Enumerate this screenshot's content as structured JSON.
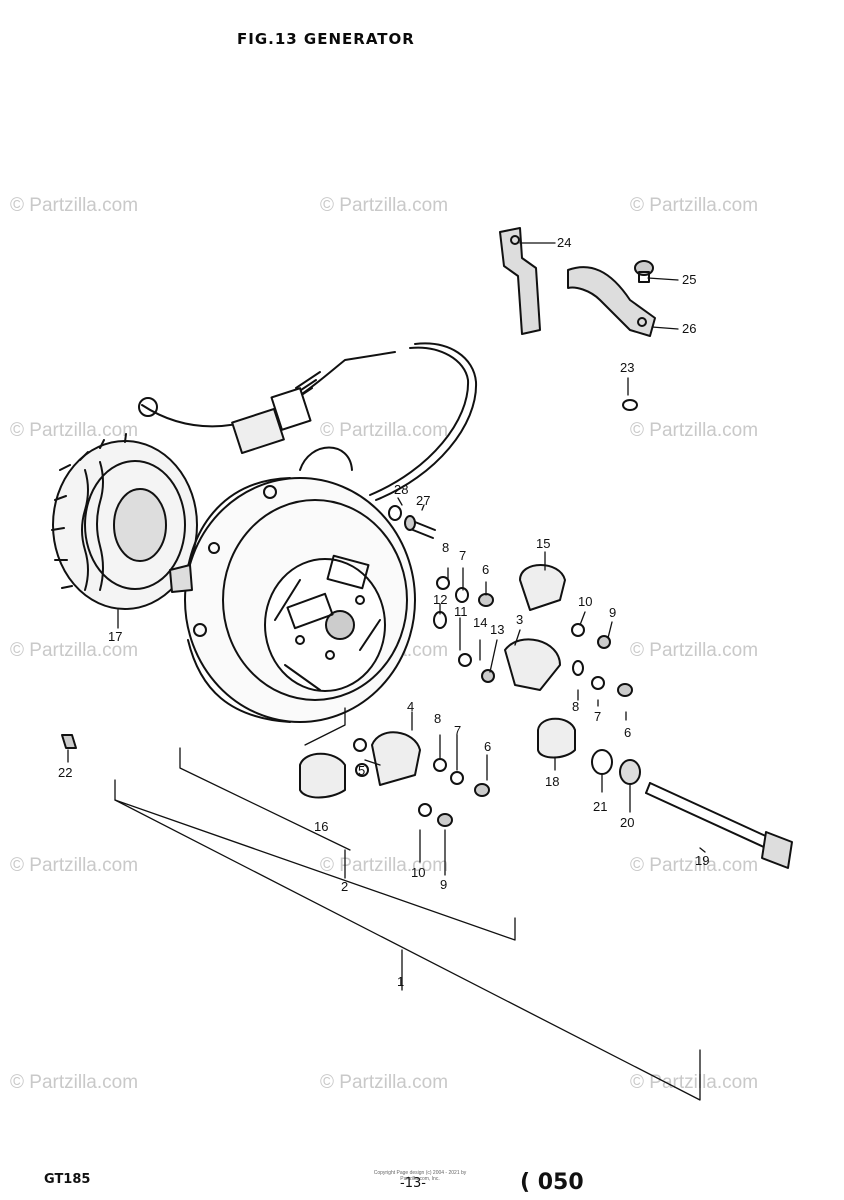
{
  "figure": {
    "title": "FIG.13  GENERATOR",
    "model": "GT185",
    "page_number": "-13-",
    "code": "( 050",
    "copyright": "Copyright\nPage design (c) 2004 - 2021 by Partzilla.com, Inc."
  },
  "watermark": {
    "text": "© Partzilla.com",
    "color": "#c9c9c9"
  },
  "parts": [
    {
      "id": "p1",
      "label": "1"
    },
    {
      "id": "p2",
      "label": "2"
    },
    {
      "id": "p3",
      "label": "3"
    },
    {
      "id": "p4",
      "label": "4"
    },
    {
      "id": "p5",
      "label": "5"
    },
    {
      "id": "p6a",
      "label": "6"
    },
    {
      "id": "p6b",
      "label": "6"
    },
    {
      "id": "p6c",
      "label": "6"
    },
    {
      "id": "p7a",
      "label": "7"
    },
    {
      "id": "p7b",
      "label": "7"
    },
    {
      "id": "p7c",
      "label": "7"
    },
    {
      "id": "p8a",
      "label": "8"
    },
    {
      "id": "p8b",
      "label": "8"
    },
    {
      "id": "p8c",
      "label": "8"
    },
    {
      "id": "p9a",
      "label": "9"
    },
    {
      "id": "p9b",
      "label": "9"
    },
    {
      "id": "p10a",
      "label": "10"
    },
    {
      "id": "p10b",
      "label": "10"
    },
    {
      "id": "p11",
      "label": "11"
    },
    {
      "id": "p12",
      "label": "12"
    },
    {
      "id": "p13",
      "label": "13"
    },
    {
      "id": "p14",
      "label": "14"
    },
    {
      "id": "p15",
      "label": "15"
    },
    {
      "id": "p16",
      "label": "16"
    },
    {
      "id": "p17",
      "label": "17"
    },
    {
      "id": "p18",
      "label": "18"
    },
    {
      "id": "p19",
      "label": "19"
    },
    {
      "id": "p20",
      "label": "20"
    },
    {
      "id": "p21",
      "label": "21"
    },
    {
      "id": "p22",
      "label": "22"
    },
    {
      "id": "p23",
      "label": "23"
    },
    {
      "id": "p24",
      "label": "24"
    },
    {
      "id": "p25",
      "label": "25"
    },
    {
      "id": "p26",
      "label": "26"
    },
    {
      "id": "p27",
      "label": "27"
    },
    {
      "id": "p28",
      "label": "28"
    }
  ]
}
